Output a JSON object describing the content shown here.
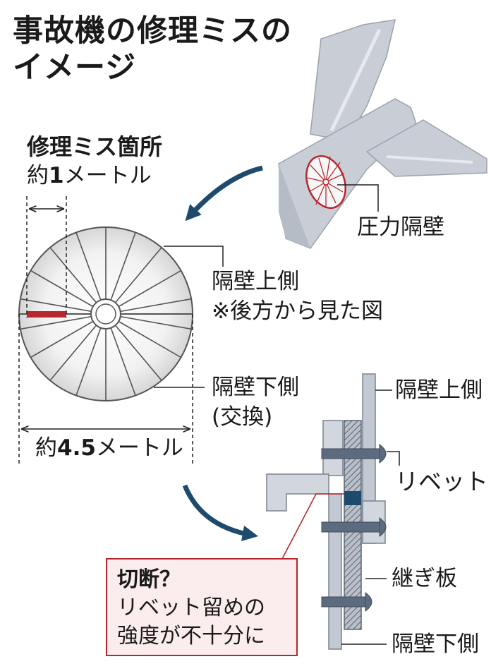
{
  "title": {
    "line1": "事故機の修理ミスの",
    "line2": "イメージ"
  },
  "repair_spot": {
    "label": "修理ミス箇所",
    "size_prefix": "約",
    "size_value": "1",
    "size_unit": "メートル"
  },
  "pressure_bulkhead_label": "圧力隔壁",
  "bulkhead_upper": {
    "label": "隔壁上側",
    "note": "※後方から見た図"
  },
  "bulkhead_lower": {
    "label": "隔壁下側",
    "note": "(交換)"
  },
  "diameter": {
    "prefix": "約",
    "value": "4.5",
    "unit": "メートル"
  },
  "cross_section": {
    "upper_label": "隔壁上側",
    "rivet_label": "リベット",
    "splice_label": "継ぎ板",
    "lower_label": "隔壁下側"
  },
  "callout": {
    "heading": "切断？",
    "line1": "リベット留めの",
    "line2": "強度が不十分に"
  },
  "colors": {
    "accent_red": "#b7282e",
    "arrow_navy": "#1e4a6e",
    "plane_gray": "#c9ced6",
    "bulkhead_fill": "#efefef",
    "callout_fill": "#fbeded"
  }
}
